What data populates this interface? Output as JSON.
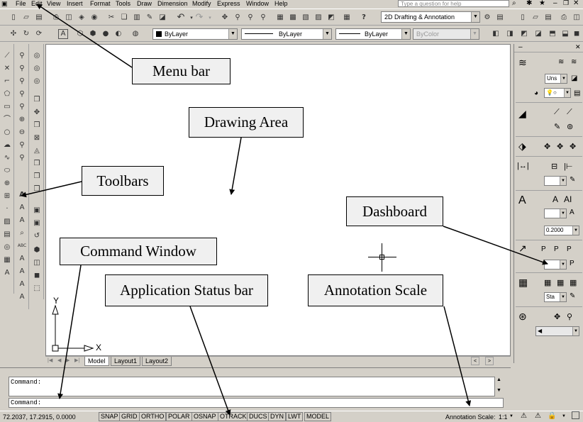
{
  "menu": [
    "File",
    "Edit",
    "View",
    "Insert",
    "Format",
    "Tools",
    "Draw",
    "Dimension",
    "Modify",
    "Express",
    "Window",
    "Help"
  ],
  "search": {
    "placeholder": "Type a question for help"
  },
  "workspace": {
    "value": "2D Drafting & Annotation"
  },
  "properties": {
    "color": "ByLayer",
    "linetype": "ByLayer",
    "lineweight": "ByLayer",
    "plotstyle": "ByColor"
  },
  "layout_tabs": [
    "Model",
    "Layout1",
    "Layout2"
  ],
  "command": {
    "line1": "Command:",
    "line2": "Command:"
  },
  "status": {
    "coords": "72.2037, 17.2915, 0.0000",
    "toggles": [
      "SNAP",
      "GRID",
      "ORTHO",
      "POLAR",
      "OSNAP",
      "OTRACK",
      "DUCS",
      "DYN",
      "LWT",
      "MODEL"
    ],
    "annotation_label": "Annotation Scale:",
    "annotation_value": "1:1"
  },
  "dashboard": {
    "units": "Uns",
    "scale": "0.2000",
    "style": "Sta"
  },
  "ucs": {
    "x": "X",
    "y": "Y"
  },
  "callouts": {
    "menu_bar": "Menu bar",
    "drawing_area": "Drawing Area",
    "toolbars": "Toolbars",
    "dashboard": "Dashboard",
    "command_window": "Command Window",
    "status_bar": "Application Status bar",
    "annotation_scale": "Annotation Scale"
  }
}
